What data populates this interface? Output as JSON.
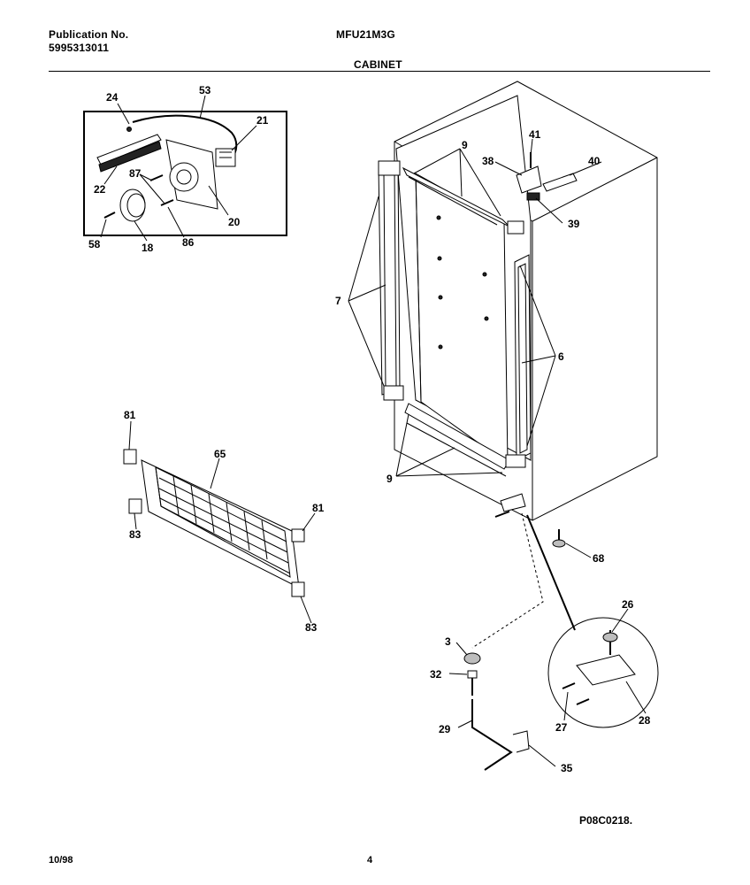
{
  "header": {
    "publication_label": "Publication No.",
    "publication_number": "5995313011",
    "model": "MFU21M3G",
    "section": "CABINET"
  },
  "footer": {
    "date": "10/98",
    "page": "4",
    "figure_code": "P08C0218."
  },
  "callouts": {
    "c24": "24",
    "c53": "53",
    "c21": "21",
    "c22": "22",
    "c87": "87",
    "c20": "20",
    "c58": "58",
    "c18": "18",
    "c86": "86",
    "c9a": "9",
    "c41": "41",
    "c38": "38",
    "c40": "40",
    "c39": "39",
    "c7": "7",
    "c6": "6",
    "c9b": "9",
    "c81a": "81",
    "c65": "65",
    "c83a": "83",
    "c81b": "81",
    "c83b": "83",
    "c68": "68",
    "c26": "26",
    "c3": "3",
    "c32": "32",
    "c28": "28",
    "c27": "27",
    "c29": "29",
    "c35": "35"
  }
}
